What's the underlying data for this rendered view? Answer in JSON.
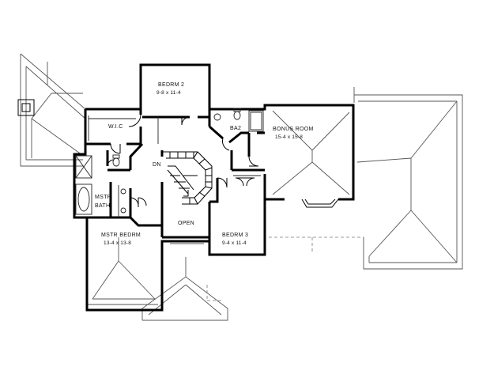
{
  "rooms": {
    "bedrm2": {
      "name": "BEDRM 2",
      "dim": "9-8 x 11-4"
    },
    "wic": {
      "name": "W.I.C"
    },
    "ba2": {
      "name": "BA2"
    },
    "bonus": {
      "name": "BONUS ROOM",
      "dim": "15-4 x 15-8"
    },
    "mstr_bath": {
      "name_line1": "MSTR",
      "name_line2": "BATH"
    },
    "mstr_bedrm": {
      "name": "MSTR BEDRM",
      "dim": "13-4 x 13-8"
    },
    "open": {
      "name": "OPEN"
    },
    "bedrm3": {
      "name": "BEDRM 3",
      "dim": "9-4 x 11-4"
    }
  },
  "stair_label": "DN"
}
